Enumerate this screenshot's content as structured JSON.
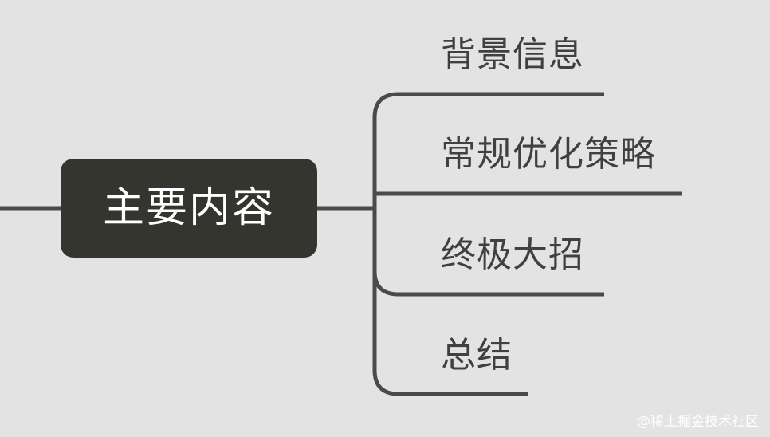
{
  "mindmap": {
    "root": {
      "label": "主要内容"
    },
    "branches": [
      {
        "label": "背景信息"
      },
      {
        "label": "常规优化策略"
      },
      {
        "label": "终极大招"
      },
      {
        "label": "总结"
      }
    ]
  },
  "colors": {
    "background": "#e3e3e3",
    "root_fill": "#353530",
    "root_text": "#ffffff",
    "line": "#4a4a4a",
    "branch_text": "#404040",
    "watermark_text": "#ffffff"
  },
  "watermark": {
    "text": "@稀土掘金技术社区"
  }
}
